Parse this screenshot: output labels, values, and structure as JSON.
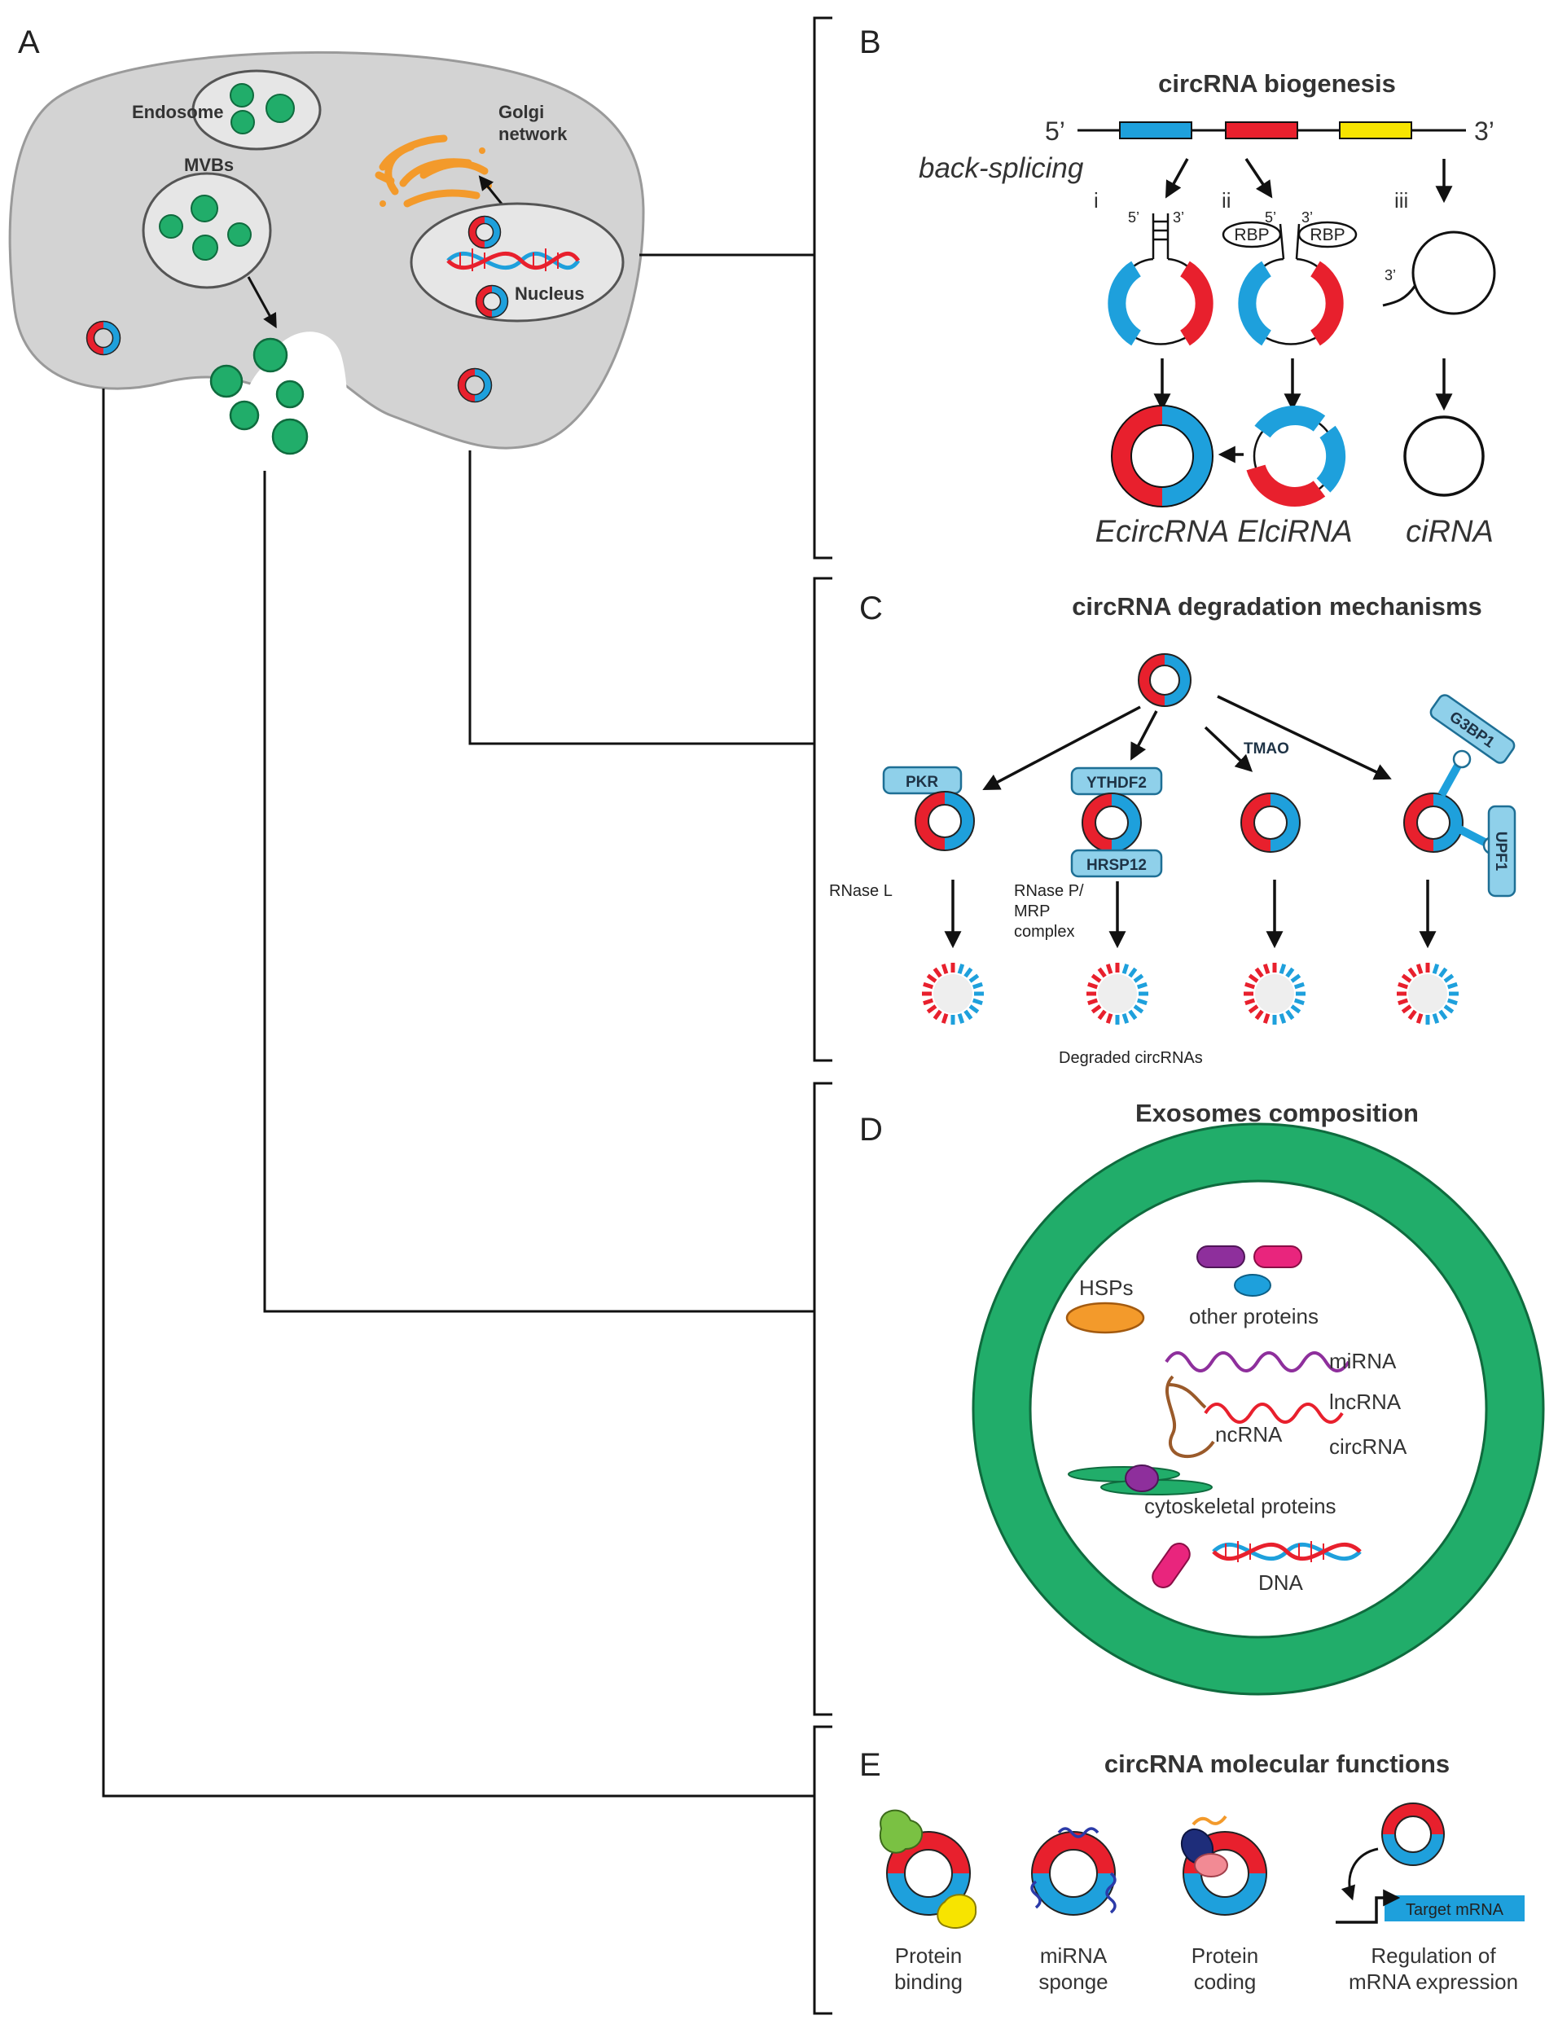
{
  "panels": {
    "A": {
      "letter": "A",
      "endosome": "Endosome",
      "golgi_line1": "Golgi",
      "golgi_line2": "network",
      "mvbs": "MVBs",
      "nucleus": "Nucleus"
    },
    "B": {
      "letter": "B",
      "title": "circRNA biogenesis",
      "five_prime": "5’",
      "three_prime": "3’",
      "back_splicing": "back-splicing",
      "roman_i": "i",
      "roman_ii": "ii",
      "roman_iii": "iii",
      "small_5": "5’",
      "small_3": "3’",
      "rbp": "RBP",
      "ecirc": "EcircRNA",
      "elci": "ElciRNA",
      "ci": "ciRNA"
    },
    "C": {
      "letter": "C",
      "title": "circRNA degradation mechanisms",
      "pkr": "PKR",
      "ythdf2": "YTHDF2",
      "hrsp12": "HRSP12",
      "tmao": "TMAO",
      "g3bp1": "G3BP1",
      "upf1": "UPF1",
      "rnase_l": "RNase L",
      "rnase_p_1": "RNase P/",
      "rnase_p_2": "MRP",
      "rnase_p_3": "complex",
      "degraded": "Degraded circRNAs"
    },
    "D": {
      "letter": "D",
      "title": "Exosomes composition",
      "hsps": "HSPs",
      "other_proteins": "other proteins",
      "mirna": "miRNA",
      "lncrna": "lncRNA",
      "ncrna": "ncRNA",
      "circrna": "circRNA",
      "cytoskeletal": "cytoskeletal proteins",
      "dna": "DNA"
    },
    "E": {
      "letter": "E",
      "title": "circRNA molecular functions",
      "f1a": "Protein",
      "f1b": "binding",
      "f2a": "miRNA",
      "f2b": "sponge",
      "f3a": "Protein",
      "f3b": "coding",
      "f4a": "Regulation of",
      "f4b": "mRNA expression",
      "target": "Target mRNA"
    }
  },
  "colors": {
    "red": "#e8202d",
    "blue": "#1ea0dc",
    "green": "#21ad6a",
    "cell_gray": "#d3d3d3",
    "yellow": "#f7e400",
    "orange": "#f39a2b",
    "light_blue_box": "#8fd0ea"
  }
}
